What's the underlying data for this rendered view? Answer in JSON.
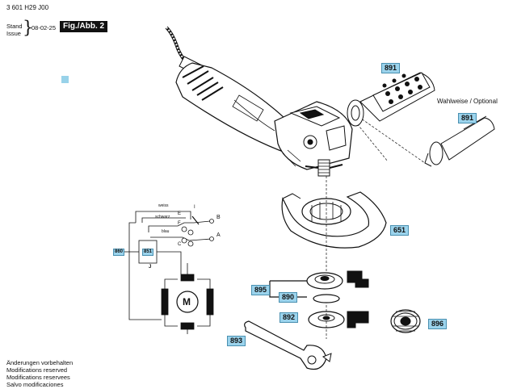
{
  "header": {
    "part_number": "3 601 H29 J00",
    "stand_lines": [
      "Stand",
      "Issue"
    ],
    "brace": "}",
    "date": "08-02-25",
    "figure_label": "Fig./Abb. 2"
  },
  "optional_note": "Wahlweise / Optional",
  "part_labels": {
    "p891a": "891",
    "p891b": "891",
    "p651": "651",
    "p895": "895",
    "p890": "890",
    "p892": "892",
    "p896": "896",
    "p893": "893",
    "p860": "860",
    "p851": "851"
  },
  "wiring": {
    "wire_weiss": "weiss",
    "wire_schwarz": "schwarz",
    "wire_blau": "blau",
    "term_B": "B",
    "term_A": "A",
    "term_E": "E",
    "term_F": "F",
    "term_C": "C",
    "term_I": "I",
    "term_J": "J",
    "motor": "M"
  },
  "footer_notes": [
    "Änderungen vorbehalten",
    "Modifications reserved",
    "Modifications reservees",
    "Salvo modificaciones"
  ],
  "colors": {
    "label_fill": "#9bd3ec",
    "figure_box": "#111111"
  }
}
